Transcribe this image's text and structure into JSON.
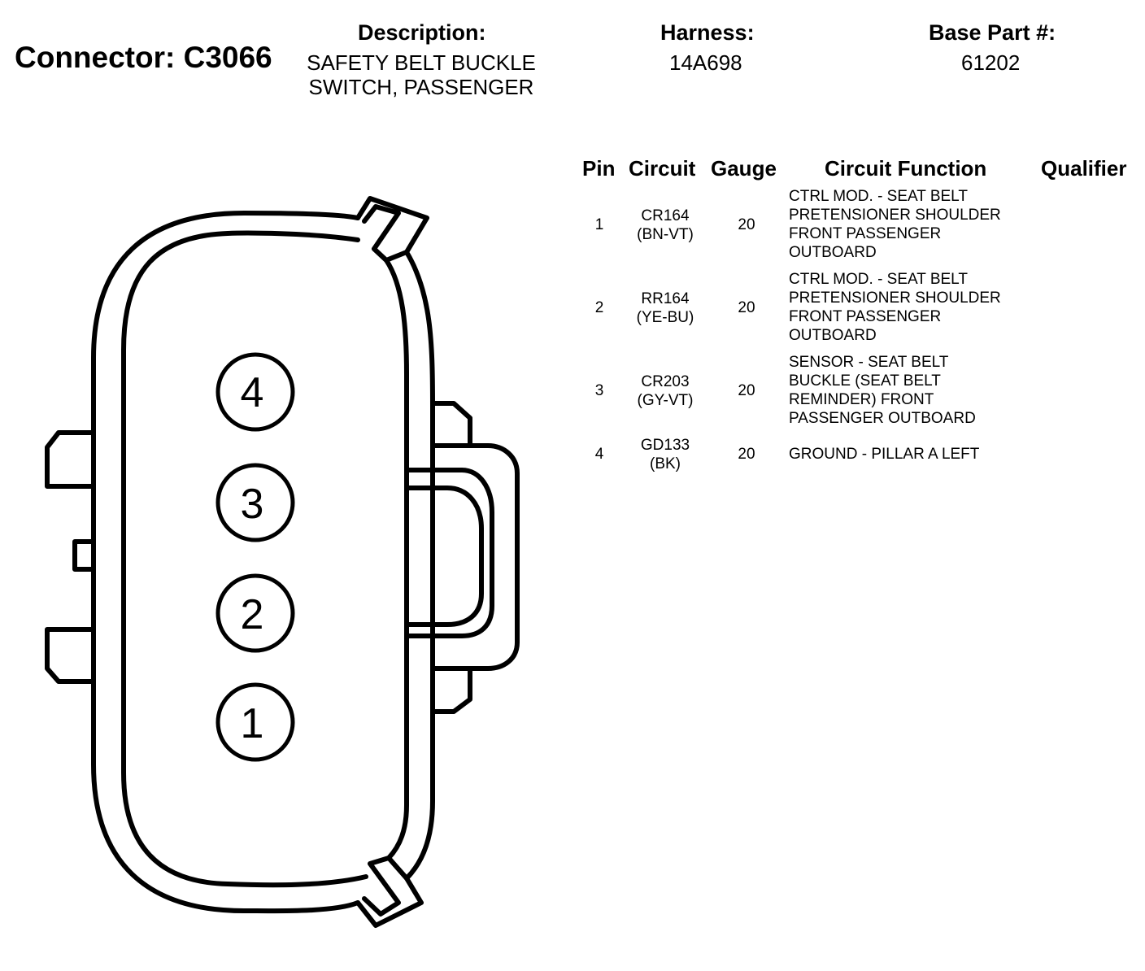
{
  "connector": {
    "title": "Connector: C3066",
    "description_label": "Description:",
    "description_lines": [
      "SAFETY BELT BUCKLE",
      "SWITCH, PASSENGER"
    ],
    "harness_label": "Harness:",
    "harness_value": "14A698",
    "base_part_label": "Base Part #:",
    "base_part_value": "61202"
  },
  "table": {
    "headers": {
      "pin": "Pin",
      "circuit": "Circuit",
      "gauge": "Gauge",
      "function": "Circuit Function",
      "qualifier": "Qualifier"
    },
    "rows": [
      {
        "pin": "1",
        "circuit_code": "CR164",
        "circuit_color": "(BN-VT)",
        "gauge": "20",
        "function_lines": [
          "CTRL MOD. - SEAT BELT",
          "PRETENSIONER SHOULDER",
          "FRONT PASSENGER",
          "OUTBOARD"
        ]
      },
      {
        "pin": "2",
        "circuit_code": "RR164",
        "circuit_color": "(YE-BU)",
        "gauge": "20",
        "function_lines": [
          "CTRL MOD. - SEAT BELT",
          "PRETENSIONER SHOULDER",
          "FRONT PASSENGER",
          "OUTBOARD"
        ]
      },
      {
        "pin": "3",
        "circuit_code": "CR203",
        "circuit_color": "(GY-VT)",
        "gauge": "20",
        "function_lines": [
          "SENSOR - SEAT BELT",
          "BUCKLE (SEAT BELT",
          "REMINDER) FRONT",
          "PASSENGER OUTBOARD"
        ]
      },
      {
        "pin": "4",
        "circuit_code": "GD133",
        "circuit_color": "(BK)",
        "gauge": "20",
        "function_lines": [
          "GROUND - PILLAR A LEFT"
        ]
      }
    ]
  },
  "diagram": {
    "pin_labels": [
      "4",
      "3",
      "2",
      "1"
    ]
  }
}
